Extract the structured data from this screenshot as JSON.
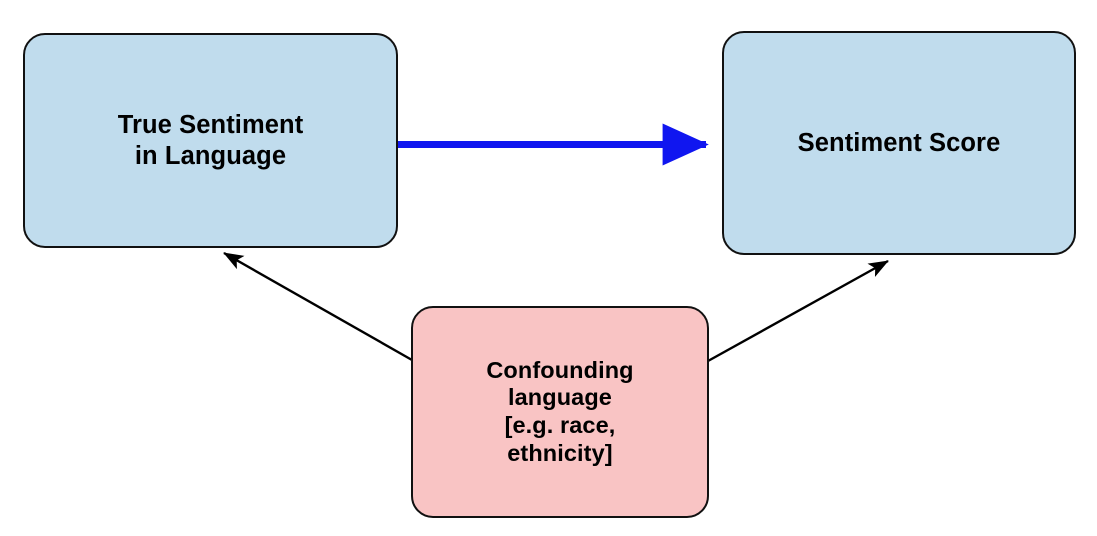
{
  "diagram": {
    "title": "Confounding in sentiment scoring causal diagram",
    "background_color": "#ffffff",
    "nodes": [
      {
        "id": "true-sentiment",
        "label": "True Sentiment\nin Language",
        "fill_color": "#c0dced",
        "border_color": "#111111",
        "text_color": "#000000",
        "shape": "rounded-rectangle"
      },
      {
        "id": "sentiment-score",
        "label": "Sentiment Score",
        "fill_color": "#c0dced",
        "border_color": "#111111",
        "text_color": "#000000",
        "shape": "rounded-rectangle"
      },
      {
        "id": "confounding",
        "label": "Confounding\nlanguage\n[e.g. race,\nethnicity]",
        "fill_color": "#f9c4c4",
        "border_color": "#111111",
        "text_color": "#000000",
        "shape": "rounded-rectangle"
      }
    ],
    "edges": [
      {
        "id": "true-sentiment-to-sentiment-score",
        "from": "true-sentiment",
        "to": "sentiment-score",
        "color": "#1016f0",
        "style": "thick-solid",
        "label": ""
      },
      {
        "id": "confounding-to-true-sentiment",
        "from": "confounding",
        "to": "true-sentiment",
        "color": "#000000",
        "style": "thin-solid",
        "label": ""
      },
      {
        "id": "confounding-to-sentiment-score",
        "from": "confounding",
        "to": "sentiment-score",
        "color": "#000000",
        "style": "thin-solid",
        "label": ""
      }
    ]
  }
}
